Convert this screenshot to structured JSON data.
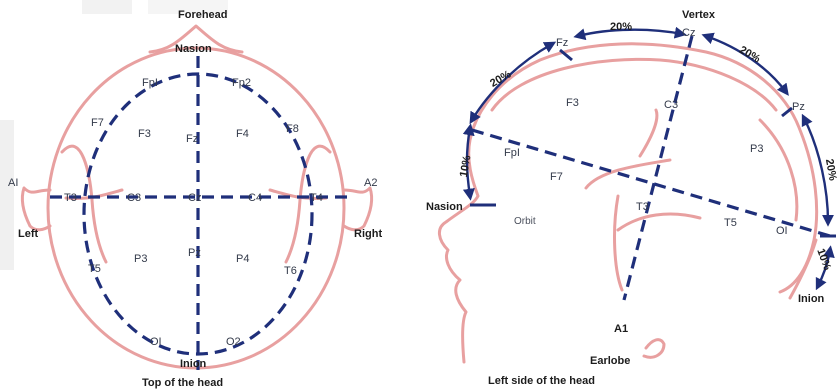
{
  "top_view": {
    "forehead": "Forehead",
    "nasion": "Nasion",
    "inion": "Inion",
    "left": "Left",
    "right": "Right",
    "caption": "Top of the head",
    "ear_left": "AI",
    "ear_right": "A2",
    "electrodes": {
      "fp1": "FpI",
      "fp2": "Fp2",
      "f7": "F7",
      "f3": "F3",
      "fz": "Fz",
      "f4": "F4",
      "f8": "F8",
      "t3": "T3",
      "c3": "C3",
      "cz": "Cz",
      "c4": "C4",
      "t4": "T4",
      "t5": "T5",
      "p3": "P3",
      "pz": "Pz",
      "p4": "P4",
      "t6": "T6",
      "o1": "OI",
      "o2": "O2"
    }
  },
  "side_view": {
    "vertex": "Vertex",
    "nasion": "Nasion",
    "inion": "Inion",
    "earlobe": "Earlobe",
    "orbit": "Orbit",
    "caption": "Left side of the head",
    "a1": "A1",
    "electrodes": {
      "fz": "Fz",
      "cz": "Cz",
      "pz": "Pz",
      "f3": "F3",
      "c3": "C3",
      "p3": "P3",
      "fp1": "FpI",
      "f7": "F7",
      "t3": "T3",
      "t5": "T5",
      "o1": "OI"
    },
    "percent": {
      "nasion_fp1": "10%",
      "fp1_fz": "20%",
      "fz_cz": "20%",
      "cz_pz": "20%",
      "pz_o1": "20%",
      "o1_inion": "10%"
    }
  },
  "colors": {
    "head_outline": "#e8a0a0",
    "dashed_lines": "#1f2f7a"
  }
}
